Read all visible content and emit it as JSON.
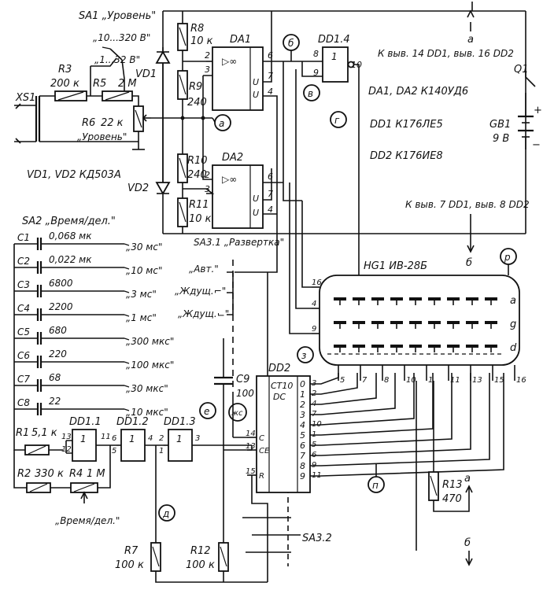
{
  "switches": {
    "sa1": "SA1 „Уровень\"",
    "sa1_range_hi": "„10...320 В\"",
    "sa1_range_lo": "„1...32 В\"",
    "sa2": "SA2 „Время/дел.\"",
    "sa31": "SA3.1 „Развертка\"",
    "sa32": "SA3.2",
    "q1": "Q1"
  },
  "input": {
    "xs1": "XS1",
    "r3": "R3",
    "r3v": "200 к",
    "r5": "R5",
    "r5v": "2 М",
    "r6": "R6",
    "r6v": "22 к",
    "r6n": "„Уровень\"",
    "vd1": "VD1",
    "vd2": "VD2",
    "vd_type": "VD1, VD2  КД503А"
  },
  "resistors": {
    "r8": "R8",
    "r8v": "10 к",
    "r9": "R9",
    "r9v": "240",
    "r10": "R10",
    "r10v": "240",
    "r11": "R11",
    "r11v": "10 к",
    "r1": "R1",
    "r1v": "5,1 к",
    "r2": "R2",
    "r2v": "330 к",
    "r4": "R4",
    "r4v": "1 М",
    "r4n": "„Время/дел.\"",
    "r7": "R7",
    "r7v": "100 к",
    "r12": "R12",
    "r12v": "100 к",
    "r13": "R13",
    "r13v": "470",
    "c9": "C9",
    "c9v": "100"
  },
  "ics": {
    "da1": "DA1",
    "da2": "DA2",
    "dd14": "DD1.4",
    "dd11": "DD1.1",
    "dd12": "DD1.2",
    "dd13": "DD1.3",
    "dd2": "DD2",
    "ct": "CT10",
    "dc": "DC",
    "hg1": "HG1  ИВ-28Б"
  },
  "parts_list": [
    "DA1, DA2  К140УД6",
    "DD1  К176ЛЕ5",
    "DD2  К176ИЕ8"
  ],
  "power": {
    "top_note": "К выв. 14 DD1, выв. 16 DD2",
    "bot_note": "К выв. 7 DD1, выв. 8 DD2",
    "gb1": "GB1",
    "gb1v": "9 В",
    "plus": "+",
    "minus": "−",
    "a": "а",
    "b": "б"
  },
  "capacitors": [
    {
      "n": "C1",
      "v": "0,068 мк"
    },
    {
      "n": "C2",
      "v": "0,022 мк"
    },
    {
      "n": "C3",
      "v": "6800"
    },
    {
      "n": "C4",
      "v": "2200"
    },
    {
      "n": "C5",
      "v": "680"
    },
    {
      "n": "C6",
      "v": "220"
    },
    {
      "n": "C7",
      "v": "68"
    },
    {
      "n": "C8",
      "v": "22"
    }
  ],
  "time_labels": [
    "„30 мс\"",
    "„10 мс\"",
    "„3 мс\"",
    "„1 мс\"",
    "„300 мкс\"",
    "„100 мкс\"",
    "„30 мкс\"",
    "„10 мкс\""
  ],
  "sweep_modes": [
    "„Авт.\"",
    "„Ждущ.⌐\"",
    "„Ждущ.⌙\""
  ],
  "circle_marks": [
    "б",
    "а",
    "в",
    "г",
    "е",
    "жс",
    "д",
    "з",
    "п",
    "р"
  ],
  "dd2_in_pins": [
    "14",
    "13",
    "15"
  ],
  "dd2_in_names": [
    "C",
    "CE",
    "R"
  ],
  "dd2_outs": [
    "0",
    "1",
    "2",
    "3",
    "4",
    "5",
    "6",
    "7",
    "8",
    "9"
  ],
  "dd2_pin_nums": [
    "3",
    "2",
    "4",
    "7",
    "10",
    "1",
    "5",
    "6",
    "9",
    "11"
  ],
  "hg_pins": [
    "5",
    "7",
    "8",
    "10",
    "1",
    "11",
    "13",
    "15",
    "16"
  ],
  "hg_left_pins": [
    "16",
    "4",
    "9"
  ],
  "hg_rows": [
    "a",
    "g",
    "d"
  ],
  "pin_nums": {
    "da1_in1": "2",
    "da1_in2": "3",
    "da1_out": "6",
    "da1_p7": "7",
    "da1_p4": "4",
    "da2_in1": "2",
    "da2_in2": "3",
    "da2_out": "6",
    "da2_p7": "7",
    "da2_p4": "4",
    "dd14_a": "8",
    "dd14_b": "9",
    "dd14_out": "10",
    "dd11_a": "13",
    "dd11_b": "12",
    "dd11_o": "11",
    "dd12_a": "6",
    "dd12_b": "5",
    "dd12_o": "4",
    "dd13_a": "2",
    "dd13_b": "1",
    "dd13_o": "3",
    "u": "U",
    "amp": "▷∞",
    "one": "1"
  }
}
